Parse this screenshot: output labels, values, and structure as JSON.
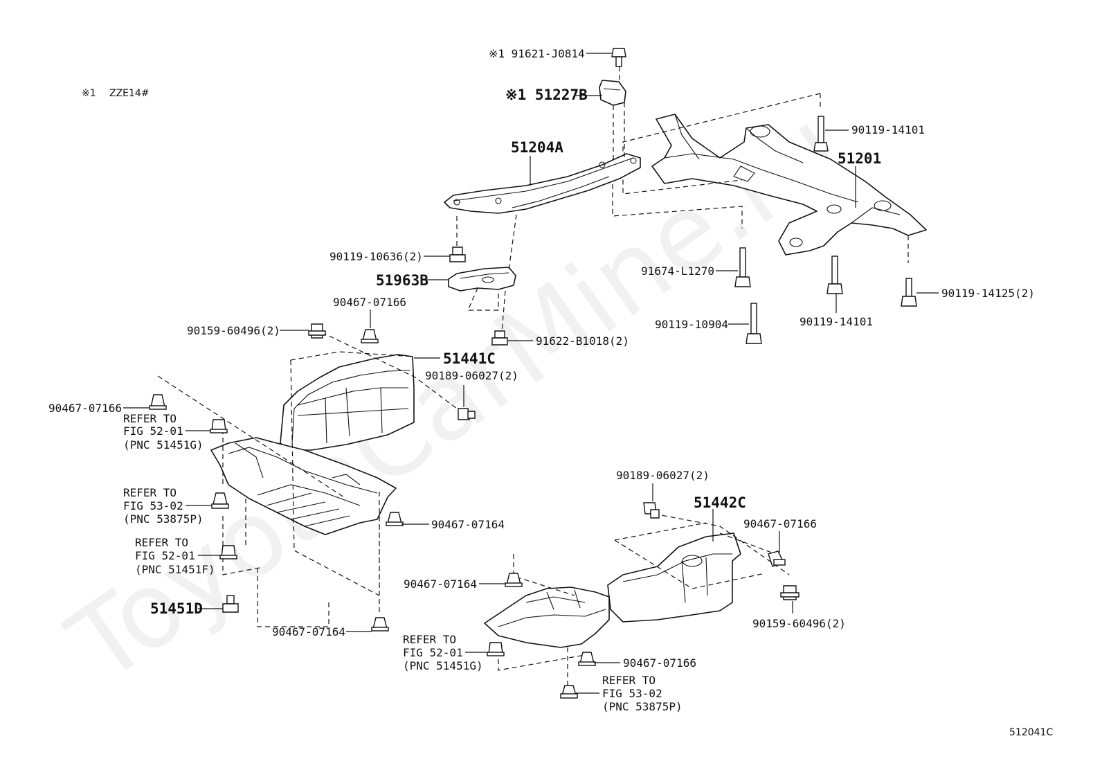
{
  "watermark": "ToyotaCarMine.ru",
  "note": {
    "mark": "※1",
    "text": "ZZE14#"
  },
  "figure_code": "512041C",
  "labels": {
    "p91621": "※1 91621-J0814",
    "p51227": "※1 51227B",
    "p51204": "51204A",
    "p51201": "51201",
    "p90119_14101_top": "90119-14101",
    "p90119_10636": "90119-10636(2)",
    "p51963": "51963B",
    "p91674": "91674-L1270",
    "p90119_14125": "90119-14125(2)",
    "p90119_10904": "90119-10904",
    "p90119_14101_bot": "90119-14101",
    "p90467_a": "90467-07166",
    "p90159_a": "90159-60496(2)",
    "p91622": "91622-B1018(2)",
    "p51441": "51441C",
    "p90189_a": "90189-06027(2)",
    "p90467_b": "90467-07166",
    "p90467_c": "90467-07164",
    "p90467_d": "90467-07164",
    "p51451": "51451D",
    "p90189_b": "90189-06027(2)",
    "p51442": "51442C",
    "p90467_e": "90467-07166",
    "p90467_f": "90467-07164",
    "p90159_b": "90159-60496(2)",
    "p90467_g": "90467-07166"
  },
  "refer_notes": {
    "r1": {
      "line1": "REFER TO",
      "line2": "FIG 52-01",
      "line3": "(PNC 51451G)"
    },
    "r2": {
      "line1": "REFER TO",
      "line2": "FIG 53-02",
      "line3": "(PNC 53875P)"
    },
    "r3": {
      "line1": "REFER TO",
      "line2": "FIG 52-01",
      "line3": "(PNC 51451F)"
    },
    "r4": {
      "line1": "REFER TO",
      "line2": "FIG 52-01",
      "line3": "(PNC 51451G)"
    },
    "r5": {
      "line1": "REFER TO",
      "line2": "FIG 53-02",
      "line3": "(PNC 53875P)"
    }
  }
}
